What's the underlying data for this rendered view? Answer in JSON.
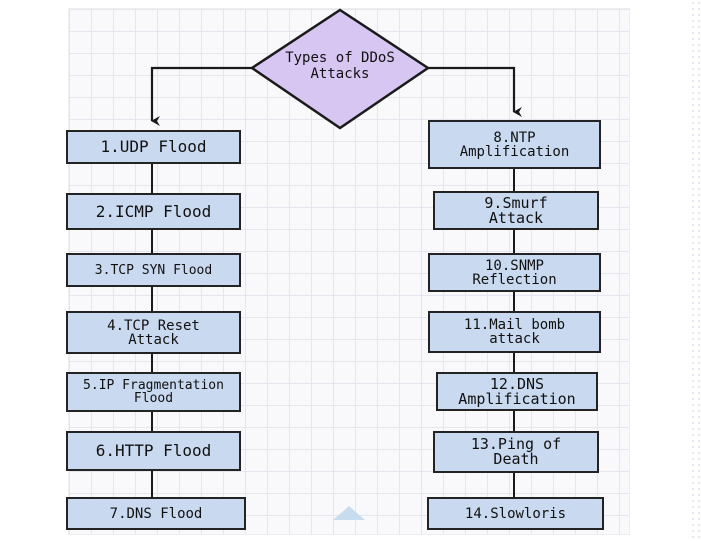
{
  "diagram": {
    "root": {
      "label": "Types of DDoS\nAttacks",
      "fill": "#d8c6f2"
    },
    "left_branch": [
      "1.UDP Flood",
      "2.ICMP Flood",
      "3.TCP SYN Flood",
      "4.TCP Reset\nAttack",
      "5.IP Fragmentation\nFlood",
      "6.HTTP Flood",
      "7.DNS Flood"
    ],
    "right_branch": [
      "8.NTP\nAmplification",
      "9.Smurf\nAttack",
      "10.SNMP\nReflection",
      "11.Mail bomb\nattack",
      "12.DNS\nAmplification",
      "13.Ping of\nDeath",
      "14.Slowloris"
    ],
    "colors": {
      "box_fill": "#c9d9ef",
      "box_border": "#232323",
      "line": "#1a1a1a"
    }
  }
}
